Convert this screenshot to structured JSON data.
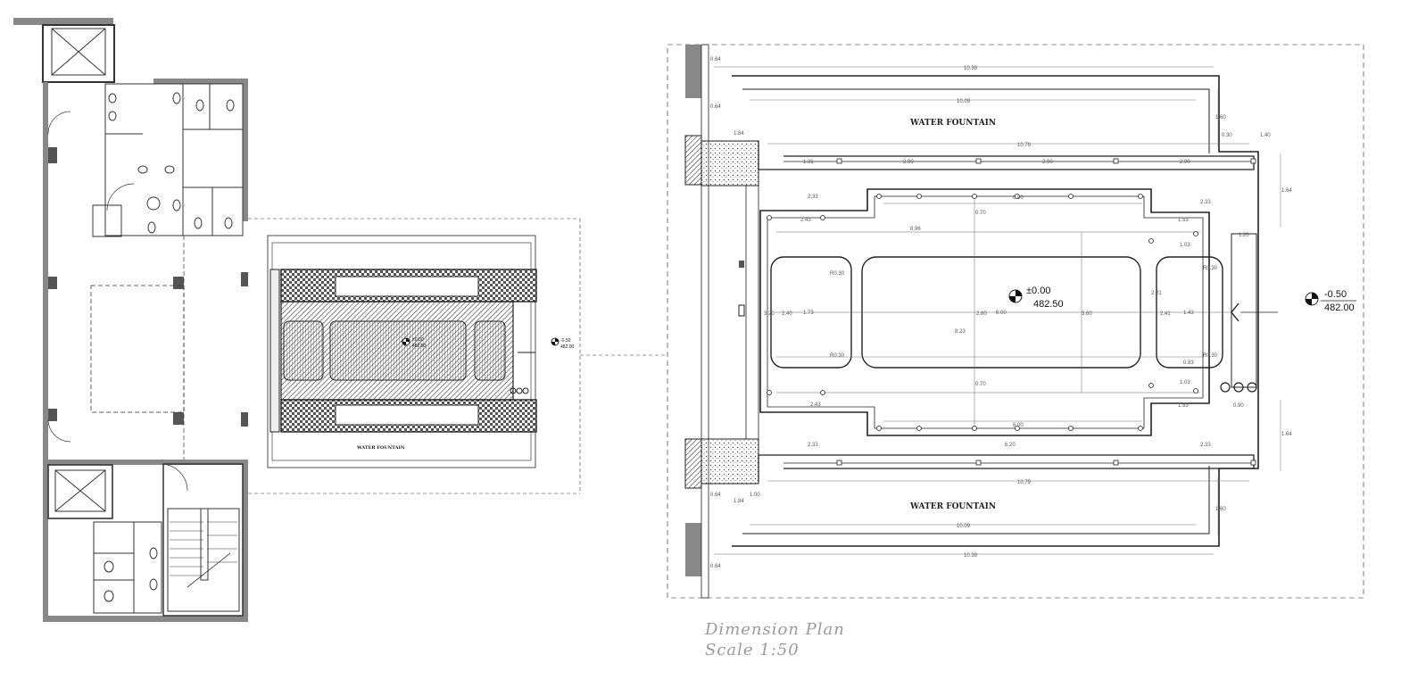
{
  "caption": {
    "title": "Dimension Plan",
    "scale": "Scale 1:50"
  },
  "left_plan": {
    "fountain_label": "WATER FOUNTAIN",
    "level_center": "±0.00",
    "level_center_value": "482.50",
    "level_side": "-0.50",
    "level_side_value": "482.00"
  },
  "right_plan": {
    "fountain_label_top": "WATER FOUNTAIN",
    "fountain_label_bottom": "WATER FOUNTAIN",
    "level_center": "±0.00",
    "level_center_value": "482.50",
    "level_side": "-0.50",
    "level_side_value": "482.00",
    "dims": {
      "top_outer": "10.39",
      "top_inner": "10.09",
      "top_mid": "10.79",
      "bottom_outer": "10.39",
      "bottom_inner": "10.09",
      "bottom_mid": "10.79",
      "inner_top": "6.00",
      "inner_bottom": "6.00",
      "inner_bottom2": "6.20",
      "center_len": "8.23",
      "center_len2": "6.00",
      "seg_896": "8.96",
      "seg_290a": "2.90",
      "seg_290b": "2.90",
      "seg_290c": "2.90",
      "seg_131": "1.31",
      "seg_233a": "2.33",
      "seg_233b": "2.33",
      "seg_233c": "2.33",
      "seg_233d": "2.33",
      "seg_243a": "2.43",
      "seg_243b": "2.43",
      "seg_064a": "0.64",
      "seg_064b": "0.64",
      "seg_064c": "0.64",
      "seg_064d": "0.64",
      "seg_184a": "1.84",
      "seg_184b": "1.84",
      "seg_100": "1.00",
      "seg_140": "1.40",
      "seg_030": "0.30",
      "seg_160a": "1.60",
      "seg_160b": "1.60",
      "seg_164a": "1.64",
      "seg_164b": "1.64",
      "seg_153a": "1.53",
      "seg_153b": "1.53",
      "seg_103a": "1.03",
      "seg_103b": "1.03",
      "seg_120": "1.20",
      "seg_090": "0.90",
      "seg_173": "1.73",
      "seg_143": "1.43",
      "seg_083": "0.83",
      "seg_320": "3.20",
      "seg_240": "2.40",
      "seg_280": "2.80",
      "seg_360": "3.60",
      "seg_221": "2.21",
      "seg_241": "2.41",
      "seg_070a": "0.70",
      "seg_070b": "0.70",
      "seg_R030a": "R0.30",
      "seg_R030b": "R0.30",
      "seg_R030c": "R0.30",
      "seg_R030d": "R0.30"
    }
  }
}
